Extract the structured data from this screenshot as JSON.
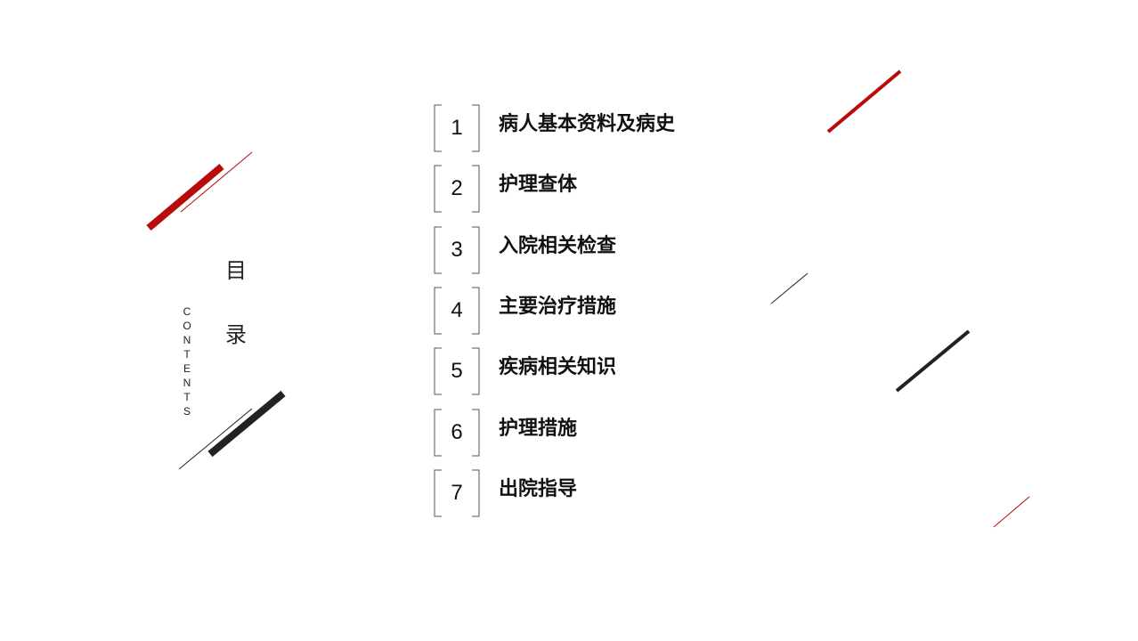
{
  "sidebar": {
    "title_chars": [
      "目",
      "录"
    ],
    "subtitle_vertical": "CONTENTS"
  },
  "toc": {
    "items": [
      {
        "number": "1",
        "label": "病人基本资料及病史"
      },
      {
        "number": "2",
        "label": "护理查体"
      },
      {
        "number": "3",
        "label": "入院相关检查"
      },
      {
        "number": "4",
        "label": "主要治疗措施"
      },
      {
        "number": "5",
        "label": "疾病相关知识"
      },
      {
        "number": "6",
        "label": "护理措施"
      },
      {
        "number": "7",
        "label": "出院指导"
      }
    ]
  },
  "colors": {
    "accent_red": "#b80c0c",
    "accent_dark": "#222222",
    "bracket": "#555555"
  }
}
